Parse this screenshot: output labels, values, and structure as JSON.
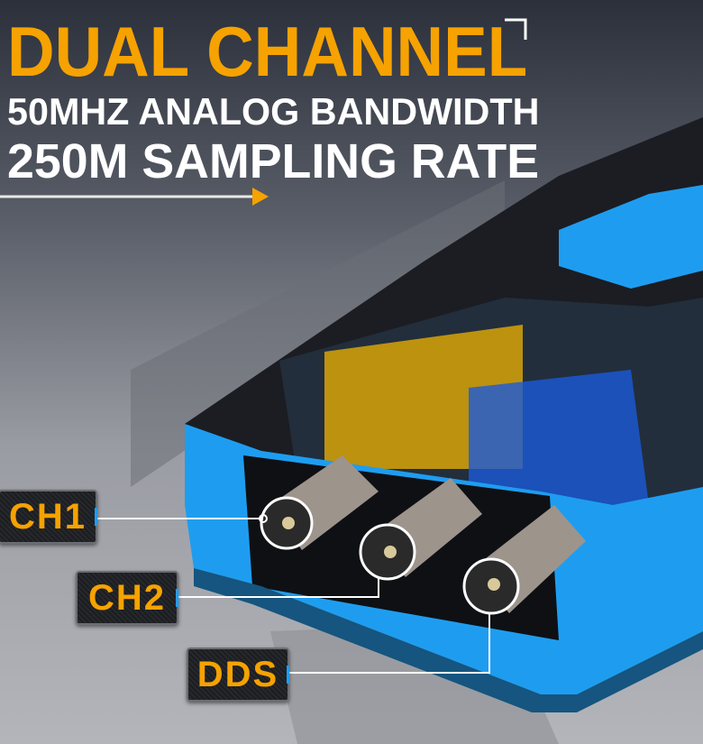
{
  "headline": {
    "title": "DUAL CHANNEL",
    "line2": "50MHZ ANALOG BANDWIDTH",
    "line3": "250M SAMPLING RATE"
  },
  "callouts": [
    {
      "label": "CH1"
    },
    {
      "label": "CH2"
    },
    {
      "label": "DDS"
    }
  ],
  "colors": {
    "accent": "#f6a200",
    "device_blue": "#1e9df0",
    "text_white": "#ffffff"
  }
}
